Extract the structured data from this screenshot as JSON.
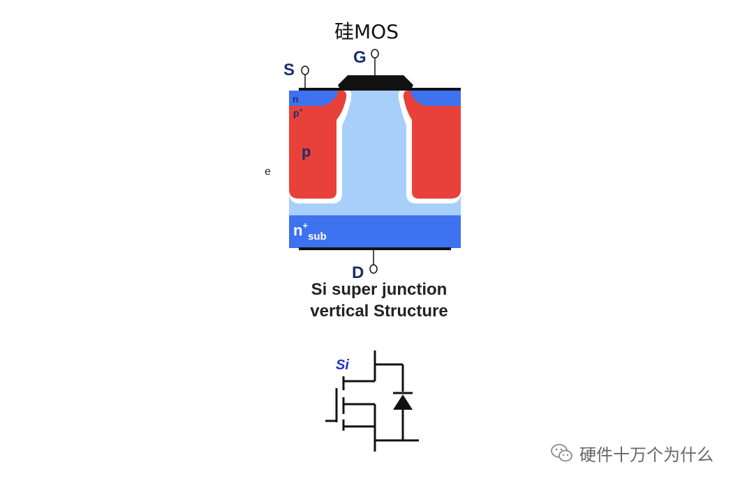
{
  "title": "硅MOS",
  "terminals": {
    "source": "S",
    "gate": "G",
    "drain": "D"
  },
  "regions": {
    "n": "n",
    "p_plus_base": "p",
    "p_plus_sup": "+",
    "p": "p",
    "n_plus_base": "n",
    "n_plus_sup": "+",
    "n_plus_sub": "sub"
  },
  "stray_char": "e",
  "caption": {
    "line1": "Si super junction",
    "line2": "vertical Structure"
  },
  "symbol": {
    "label": "Si"
  },
  "watermark": {
    "text": "硬件十万个为什么",
    "icon": "wechat-icon"
  },
  "colors": {
    "p_region": "#e8413a",
    "n_region": "#3e72ee",
    "drift": "#a7cff9",
    "label": "#1b2f6e",
    "symbol_label": "#2233cc"
  }
}
